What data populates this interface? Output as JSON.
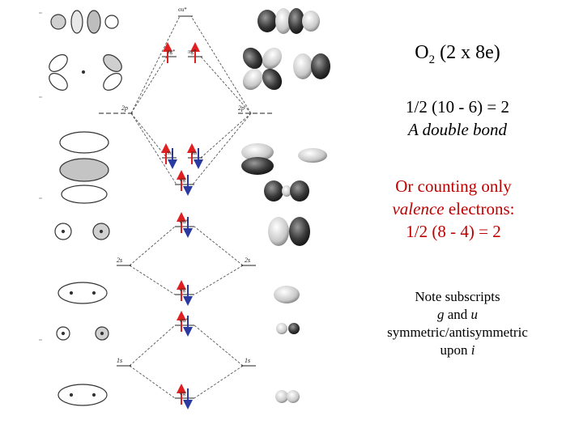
{
  "title": {
    "main": "O",
    "sub": "2",
    "rest": " (2 x 8e)"
  },
  "bond_order": {
    "line1": "1/2 (10 - 6) = 2",
    "line2": "A double bond"
  },
  "valence_note": {
    "line1": "Or counting only",
    "line2_italic": "valence",
    "line2_rest": " electrons:",
    "line3": "1/2 (8 - 4) = 2"
  },
  "symmetry_note": {
    "line1": "Note subscripts",
    "g": "g",
    "and": " and ",
    "u": "u",
    "line3": "symmetric/antisymmetric",
    "line4_prefix": "upon ",
    "i": "i"
  },
  "diagram_labels": {
    "sigma_u_star_2p": "σu*",
    "pi_g_star_left": "πg*",
    "pi_g_star_right": "πg*",
    "ao_2p_left": "2p",
    "ao_2p_right": "2p",
    "pi_u_left": "πu",
    "pi_u_right": "πu",
    "sigma_g_2p": "σg",
    "sigma_u_star_2s": "σu*",
    "ao_2s_left": "2s",
    "ao_2s_right": "2s",
    "sigma_g_2s": "σg",
    "sigma_u_star_1s": "σu*",
    "ao_1s_left": "1s",
    "ao_1s_right": "1s",
    "sigma_g_1s": "σg"
  },
  "colors": {
    "spin_up": "#e02020",
    "spin_down": "#2a3aa0",
    "highlight_text": "#c00000"
  }
}
